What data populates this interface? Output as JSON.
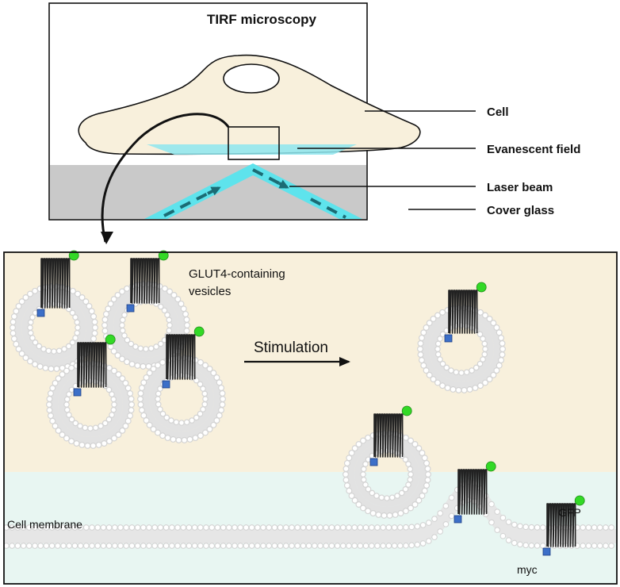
{
  "top_panel": {
    "title": "TIRF microscopy",
    "labels": {
      "cell": "Cell",
      "evanescent": "Evanescent field",
      "laser": "Laser beam",
      "glass": "Cover glass"
    }
  },
  "bottom_panel": {
    "vesicles_label_line1": "GLUT4-containing",
    "vesicles_label_line2": "vesicles",
    "stimulation": "Stimulation",
    "membrane": "Cell membrane",
    "gfp": "GFP",
    "myc": "myc"
  },
  "colors": {
    "cell_fill": "#f8f0dc",
    "evanescent": "#8ee6ee",
    "laser": "#5ee3ec",
    "laser_arrow": "#1b6b74",
    "glass": "#c9c9c9",
    "membrane_region": "#e8f6f2",
    "lipid": "#d4d4d4",
    "protein": "#222222",
    "gfp": "#33d926",
    "myc": "#3c6fc8"
  }
}
